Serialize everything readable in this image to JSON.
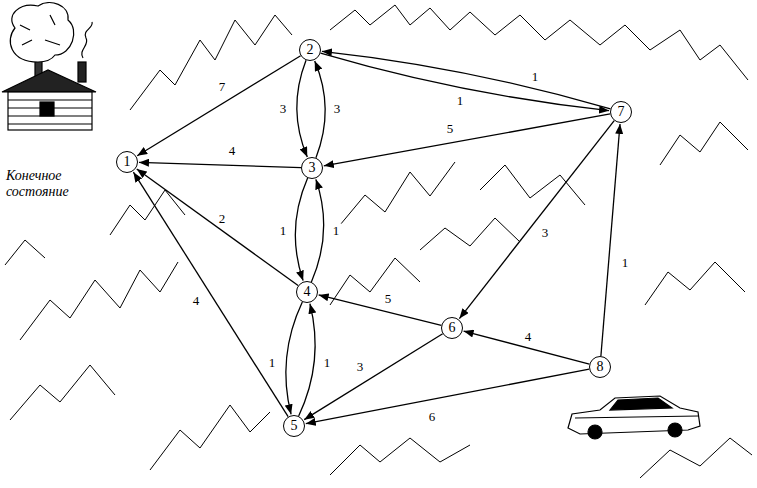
{
  "diagram": {
    "nodes": [
      {
        "text": [
          "1"
        ]
      },
      {
        "text": [
          "2"
        ]
      },
      {
        "text": [
          "3"
        ]
      },
      {
        "text": [
          "4"
        ]
      },
      {
        "text": [
          "5"
        ]
      },
      {
        "text": [
          "6"
        ]
      },
      {
        "text": [
          "7"
        ]
      },
      {
        "text": [
          "8"
        ]
      }
    ],
    "edges": [
      {
        "from": 1,
        "to": 0,
        "arrow": "to",
        "label": "7"
      },
      {
        "from": 2,
        "to": 0,
        "arrow": "to",
        "label": "4"
      },
      {
        "from": 3,
        "to": 0,
        "arrow": "to",
        "label": "2"
      },
      {
        "from": 4,
        "to": 0,
        "arrow": "to",
        "label": "4"
      },
      {
        "from": 1,
        "to": 2,
        "arrow": "to",
        "label": "3"
      },
      {
        "from": 2,
        "to": 1,
        "arrow": "to",
        "label": "3"
      },
      {
        "from": 2,
        "to": 3,
        "arrow": "to",
        "label": "1"
      },
      {
        "from": 3,
        "to": 2,
        "arrow": "to",
        "label": "1"
      },
      {
        "from": 3,
        "to": 4,
        "arrow": "to",
        "label": "1"
      },
      {
        "from": 4,
        "to": 3,
        "arrow": "to",
        "label": "1"
      },
      {
        "from": 6,
        "to": 1,
        "arrow": "to",
        "label": "1"
      },
      {
        "from": 1,
        "to": 6,
        "arrow": "to",
        "label": "1"
      },
      {
        "from": 6,
        "to": 2,
        "arrow": "to",
        "label": "5"
      },
      {
        "from": 6,
        "to": 5,
        "arrow": "to",
        "label": "3"
      },
      {
        "from": 5,
        "to": 3,
        "arrow": "to",
        "label": "5"
      },
      {
        "from": 5,
        "to": 4,
        "arrow": "to",
        "label": "3"
      },
      {
        "from": 7,
        "to": 5,
        "arrow": "to",
        "label": "4"
      },
      {
        "from": 7,
        "to": 6,
        "arrow": "to",
        "label": "1"
      },
      {
        "from": 7,
        "to": 4,
        "arrow": "to",
        "label": "6"
      }
    ],
    "labels": [
      "Конечное состояние"
    ]
  }
}
